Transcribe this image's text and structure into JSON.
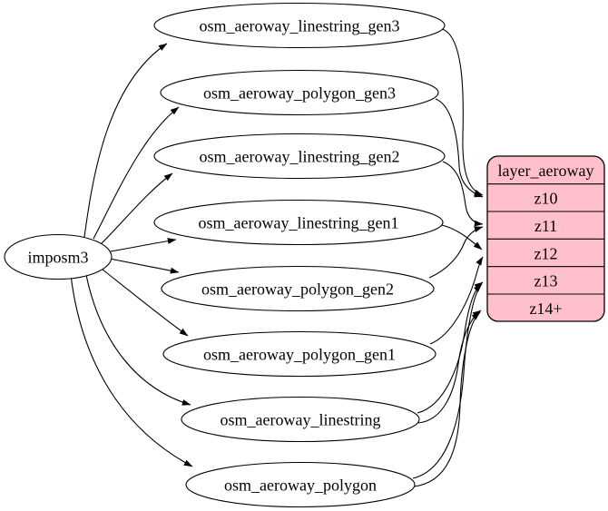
{
  "diagram": {
    "type": "graphviz-etl-graph",
    "background": "#ffffff",
    "node_fill": "#ffffff",
    "edge_color": "#000000",
    "source": {
      "label": "imposm3"
    },
    "tables": [
      "osm_aeroway_linestring_gen3",
      "osm_aeroway_polygon_gen3",
      "osm_aeroway_linestring_gen2",
      "osm_aeroway_linestring_gen1",
      "osm_aeroway_polygon_gen2",
      "osm_aeroway_polygon_gen1",
      "osm_aeroway_linestring",
      "osm_aeroway_polygon"
    ],
    "layer": {
      "title": "layer_aeroway",
      "rows": [
        "z10",
        "z11",
        "z12",
        "z13",
        "z14+"
      ],
      "fill": "#ffc0cb",
      "stroke": "#000000"
    },
    "edges": [
      {
        "from": "imposm3",
        "to": "osm_aeroway_linestring_gen3"
      },
      {
        "from": "imposm3",
        "to": "osm_aeroway_polygon_gen3"
      },
      {
        "from": "imposm3",
        "to": "osm_aeroway_linestring_gen2"
      },
      {
        "from": "imposm3",
        "to": "osm_aeroway_linestring_gen1"
      },
      {
        "from": "imposm3",
        "to": "osm_aeroway_polygon_gen2"
      },
      {
        "from": "imposm3",
        "to": "osm_aeroway_polygon_gen1"
      },
      {
        "from": "imposm3",
        "to": "osm_aeroway_linestring"
      },
      {
        "from": "imposm3",
        "to": "osm_aeroway_polygon"
      },
      {
        "from": "osm_aeroway_linestring_gen3",
        "to": "z10"
      },
      {
        "from": "osm_aeroway_polygon_gen3",
        "to": "z10"
      },
      {
        "from": "osm_aeroway_linestring_gen2",
        "to": "z11"
      },
      {
        "from": "osm_aeroway_polygon_gen2",
        "to": "z11"
      },
      {
        "from": "osm_aeroway_linestring_gen1",
        "to": "z12"
      },
      {
        "from": "osm_aeroway_polygon_gen1",
        "to": "z12"
      },
      {
        "from": "osm_aeroway_linestring",
        "to": "z13"
      },
      {
        "from": "osm_aeroway_linestring",
        "to": "z14+"
      },
      {
        "from": "osm_aeroway_polygon",
        "to": "z13"
      },
      {
        "from": "osm_aeroway_polygon",
        "to": "z14+"
      }
    ]
  }
}
